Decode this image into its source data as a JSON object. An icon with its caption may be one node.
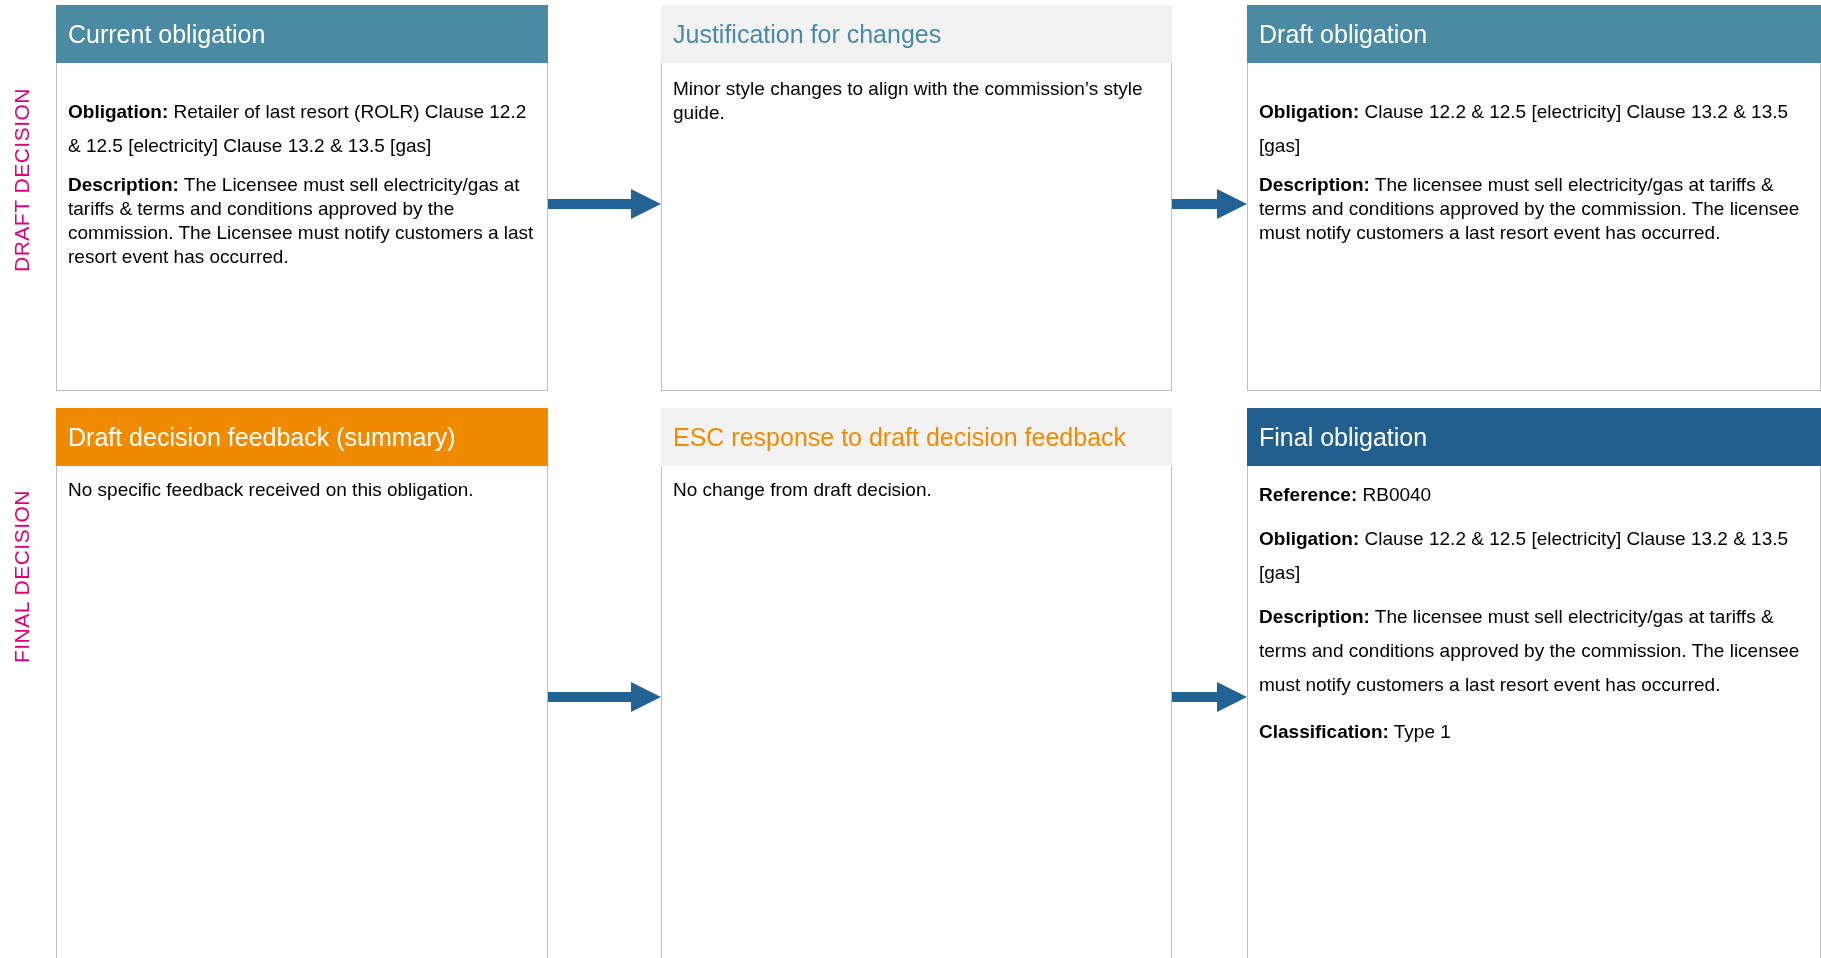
{
  "diagram": {
    "nodes": [
      {
        "text": [
          "Current obligation",
          "**Obligation:** Retailer of last resort (ROLR) Clause 12.2 & 12.5 [electricity] Clause 13.2 & 13.5 [gas]",
          "**Description:** The Licensee must sell electricity/gas at tariffs & terms and conditions approved by the commission. The Licensee must notify customers a last resort event has occurred."
        ]
      },
      {
        "text": [
          "Justification for changes",
          "Minor style changes to align with the commission’s style guide."
        ]
      },
      {
        "text": [
          "Draft obligation",
          "**Obligation:** Clause 12.2 & 12.5 [electricity] Clause 13.2 & 13.5 [gas]",
          "**Description:** The licensee must sell electricity/gas at tariffs & terms and conditions approved by the commission. The licensee must notify customers a last resort event has occurred."
        ]
      },
      {
        "text": [
          "Draft decision feedback (summary)",
          "No specific feedback received on this obligation."
        ]
      },
      {
        "text": [
          "ESC response to draft decision feedback",
          "No change from draft decision."
        ]
      },
      {
        "text": [
          "Final obligation",
          "**Reference:** RB0040",
          "**Obligation:** Clause 12.2 & 12.5 [electricity] Clause 13.2 & 13.5 [gas]",
          "**Description:** The licensee must sell electricity/gas at tariffs & terms and conditions approved by the commission. The licensee must notify customers a last resort event has occurred.",
          "**Classification:** Type 1"
        ]
      }
    ],
    "edges": [
      {
        "from": 0,
        "to": 1,
        "arrow": "to"
      },
      {
        "from": 1,
        "to": 2,
        "arrow": "to"
      },
      {
        "from": 3,
        "to": 4,
        "arrow": "to"
      },
      {
        "from": 4,
        "to": 5,
        "arrow": "to"
      }
    ],
    "labels": [
      "DRAFT DECISION",
      "FINAL DECISION"
    ]
  }
}
